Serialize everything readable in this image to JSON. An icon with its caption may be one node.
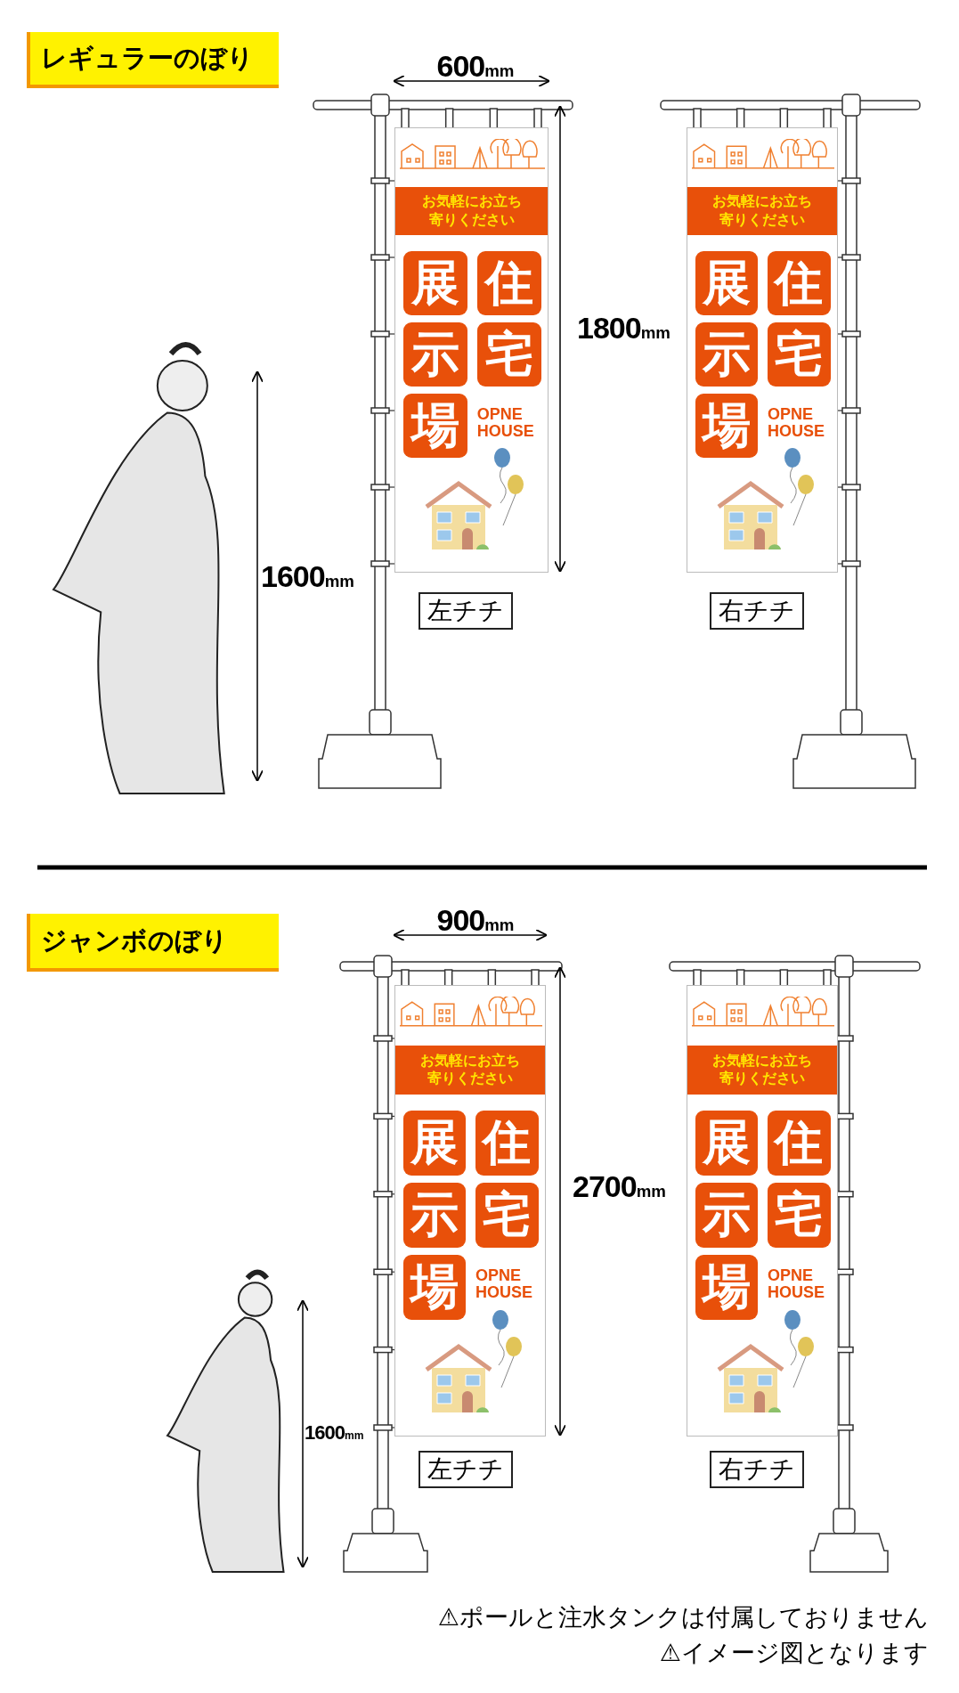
{
  "diagram": {
    "nodes": [
      {
        "text": [
          "レギュラーのぼり"
        ]
      },
      {
        "text": [
          "お気軽にお立ち寄りください",
          "住",
          "宅",
          "展",
          "示",
          "場",
          "OPNE HOUSE"
        ]
      },
      {
        "text": [
          "お気軽にお立ち寄りください",
          "住",
          "宅",
          "展",
          "示",
          "場",
          "OPNE HOUSE"
        ]
      },
      {
        "text": [
          "左チチ"
        ]
      },
      {
        "text": [
          "右チチ"
        ]
      },
      {
        "text": [
          "ジャンボのぼり"
        ]
      },
      {
        "text": [
          "お気軽にお立ち寄りください",
          "住",
          "宅",
          "展",
          "示",
          "場",
          "OPNE HOUSE"
        ]
      },
      {
        "text": [
          "お気軽にお立ち寄りください",
          "住",
          "宅",
          "展",
          "示",
          "場",
          "OPNE HOUSE"
        ]
      },
      {
        "text": [
          "左チチ"
        ]
      },
      {
        "text": [
          "右チチ"
        ]
      }
    ],
    "labels": [
      "600mm",
      "1800mm",
      "1600mm",
      "900mm",
      "2700mm",
      "1600mm",
      "⚠ポールと注水タンクは付属しておりません",
      "⚠イメージ図となります"
    ]
  }
}
